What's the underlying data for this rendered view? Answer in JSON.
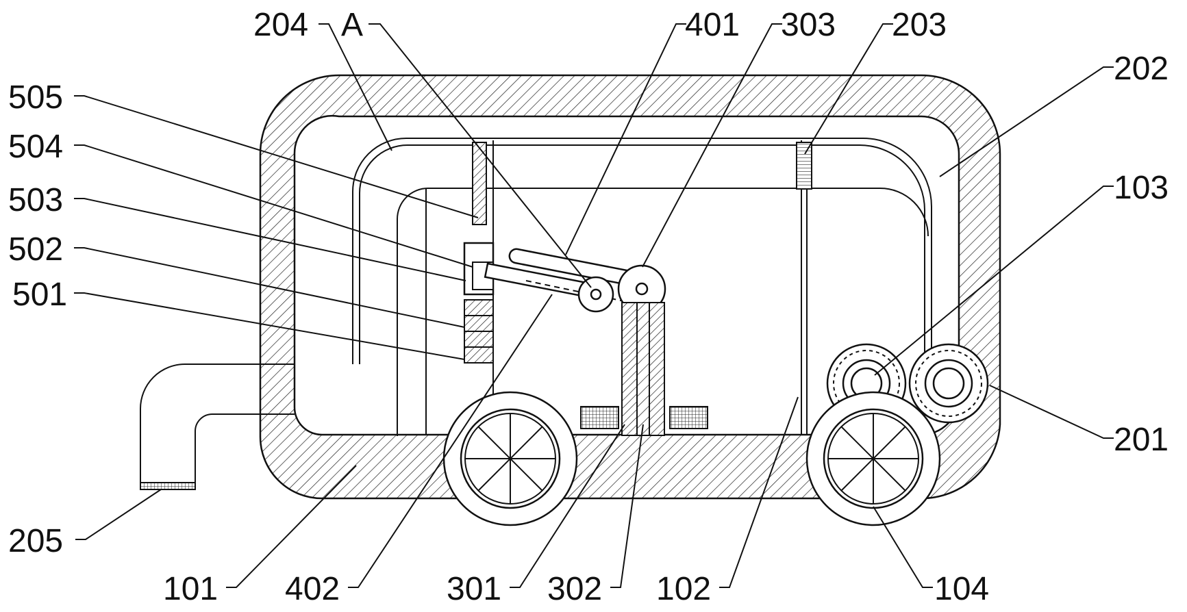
{
  "figure": {
    "labels": {
      "204": "204",
      "A": "A",
      "401": "401",
      "303": "303",
      "203": "203",
      "505": "505",
      "504": "504",
      "503": "503",
      "502": "502",
      "501": "501",
      "202": "202",
      "103": "103",
      "201": "201",
      "205": "205",
      "101": "101",
      "402": "402",
      "301": "301",
      "302": "302",
      "102": "102",
      "104": "104"
    }
  }
}
